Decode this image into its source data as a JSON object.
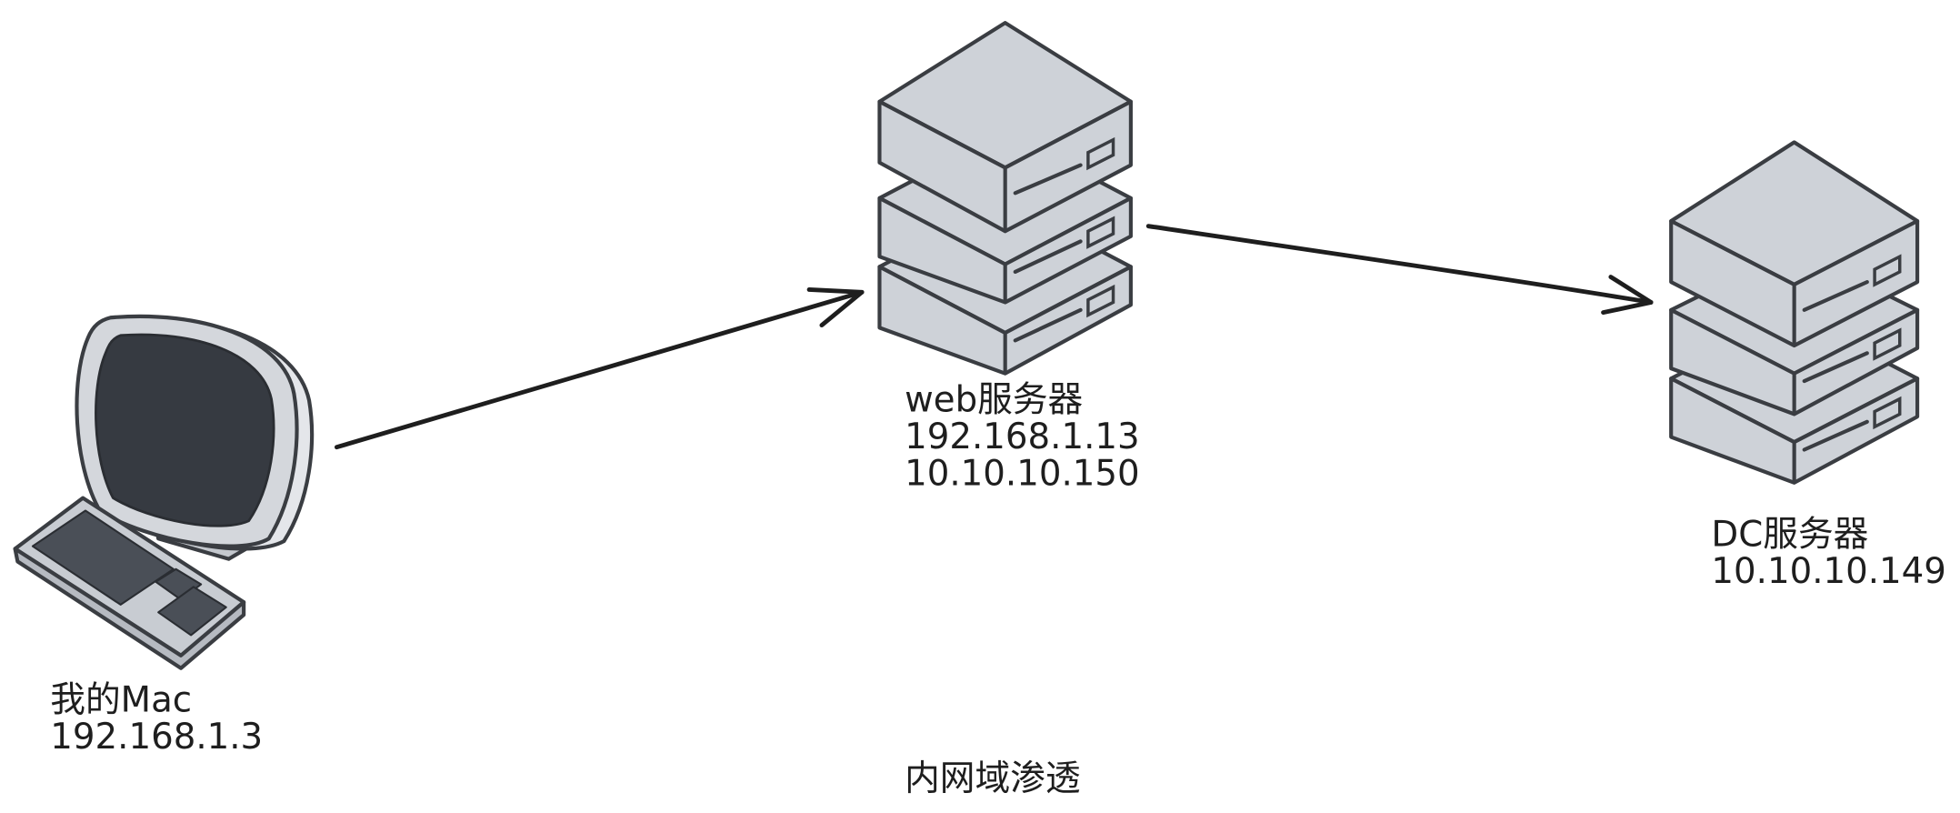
{
  "nodes": {
    "mac": {
      "name": "我的Mac",
      "ip": "192.168.1.3"
    },
    "web": {
      "name": "web服务器",
      "ip1": "192.168.1.13",
      "ip2": "10.10.10.150"
    },
    "dc": {
      "name": "DC服务器",
      "ip": "10.10.10.149"
    }
  },
  "caption": "内网域渗透",
  "icons": {
    "computer": "desktop-computer-icon",
    "server": "server-stack-icon"
  },
  "colors": {
    "ink": "#1e1e1e",
    "stroke": "#3a3d42",
    "server_fill": "#ced2d8",
    "screen_dark": "#363a41",
    "bezel": "#d4d7dc",
    "keyboard_fill": "#c8ccd2",
    "keys_fill": "#4a4f57"
  }
}
